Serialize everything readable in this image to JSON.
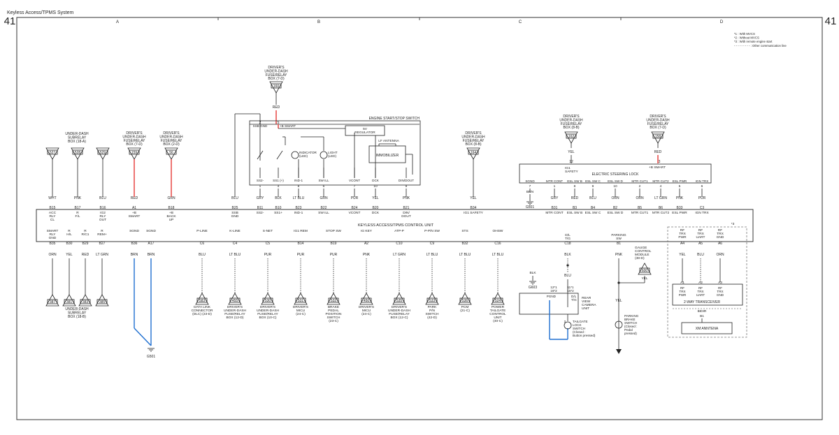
{
  "title": "Keyless Access/TPMS System",
  "page_number": "41",
  "columns": [
    "A",
    "B",
    "C",
    "D"
  ],
  "notes": [
    "*1 : With MVCS",
    "*2 : Without MVCS",
    "*3 : With remote engine start",
    "- - - - - - - - - : Other communication line"
  ],
  "control_unit": "KEYLESS ACCESS/TPMS CONTROL UNIT",
  "start_switch": {
    "title": "ENGINE START/STOP SWITCH",
    "regulator": [
      "5V",
      "REGULATOR"
    ],
    "antenna": "LF ANTENNA",
    "immobilizer": "IMMOBILIZER",
    "indicator": [
      "INDICATOR",
      "(LED)"
    ],
    "light": [
      "LIGHT",
      "(LED)"
    ],
    "smart_label": "+B SMART",
    "ssb_gnd": "SSB GND",
    "pin_labels": [
      "SS2-",
      "SS1 (+)",
      "IND-1",
      "SW ILL",
      "VCONT",
      "DCK",
      "DIN/DOUT"
    ],
    "pin_numbers": [
      "1",
      "4",
      "8",
      "6",
      "7",
      "10",
      "9"
    ],
    "top_pins": [
      "2",
      "5"
    ]
  },
  "esl": {
    "title": "ELECTRIC STEERING LOCK",
    "ig1": [
      "IG1",
      "SAFETY"
    ],
    "smart": "+B SMART",
    "top_pins": [
      "12",
      "3"
    ],
    "pin_labels": [
      "SGND",
      "MTR CONT",
      "ESL SW B",
      "ESL SW C",
      "ESL SW D",
      "MTR CUT1",
      "MTR CUT2",
      "ESL PWR",
      "IGN TRX"
    ],
    "pin_numbers": [
      "7",
      "1",
      "8",
      "9",
      "10",
      "2",
      "4",
      "5",
      "6"
    ]
  },
  "fuse_boxes": {
    "f160": {
      "label": [
        "DRIVER'S",
        "UNDER-DASH",
        "FUSE/RELAY",
        "BOX (7-D)"
      ],
      "num": "160"
    },
    "f159": {
      "label": [
        "DRIVER'S",
        "UNDER-DASH",
        "FUSE/RELAY",
        "BOX (7-D)"
      ],
      "num": "159"
    },
    "f56": {
      "label": [
        "DRIVER'S",
        "UNDER-DASH",
        "FUSE/RELAY",
        "BOX (2-D)"
      ],
      "num": "56"
    },
    "f164": {
      "label": [
        "DRIVER'S",
        "UNDER-DASH",
        "FUSE/RELAY",
        "BOX (8-B)"
      ],
      "num": "164"
    },
    "f162": {
      "label": [
        "DRIVER'S",
        "UNDER-DASH",
        "FUSE/RELAY",
        "BOX (8-B)"
      ],
      "num": "162"
    },
    "f158": {
      "label": [
        "DRIVER'S",
        "UNDER-DASH",
        "FUSE/RELAY",
        "BOX (7-D)"
      ],
      "num": "158"
    },
    "subrelay_a": {
      "label": [
        "UNDER-DASH",
        "SUBRELAY",
        "BOX (18-A)"
      ],
      "nums": [
        "527",
        "528",
        "529"
      ]
    },
    "subrelay_b": {
      "label": [
        "UNDER-DASH",
        "SUBRELAY",
        "BOX (18-B)"
      ],
      "nums": [
        "387",
        "381",
        "383",
        "385"
      ]
    }
  },
  "top_connectors": [
    {
      "wire": "WHT",
      "pin": "B15",
      "sig": [
        "ACC",
        "RLY",
        "CL"
      ]
    },
    {
      "wire": "PNK",
      "pin": "B17",
      "sig": [
        "R",
        "F/L"
      ]
    },
    {
      "wire": "BLU",
      "pin": "B16",
      "sig": [
        "IG2",
        "RLY",
        "OUT"
      ]
    },
    {
      "wire": "RED",
      "pin": "A1",
      "sig": [
        "+B",
        "SMART"
      ]
    },
    {
      "wire": "GRN",
      "pin": "B18",
      "sig": [
        "+B",
        "BACK",
        "UP"
      ]
    },
    {
      "wire": "BLU",
      "pin": "B25",
      "sig": [
        "SSB",
        "GND"
      ]
    },
    {
      "wire": "GRY",
      "pin": "B11",
      "sig": [
        "SS2-"
      ]
    },
    {
      "wire": "BLK",
      "pin": "B10",
      "sig": [
        "SS1+"
      ]
    },
    {
      "wire": "LT BLU",
      "pin": "B23",
      "sig": [
        "IND-1"
      ]
    },
    {
      "wire": "GRN",
      "pin": "B22",
      "sig": [
        "SW ILL"
      ]
    },
    {
      "wire": "PUR",
      "pin": "B24",
      "sig": [
        "VCONT"
      ]
    },
    {
      "wire": "YEL",
      "pin": "B20",
      "sig": [
        "DCK"
      ]
    },
    {
      "wire": "PNK",
      "pin": "B21",
      "sig": [
        "DIN/",
        "DOUT"
      ]
    },
    {
      "wire": "YEL",
      "pin": "B34",
      "sig": [
        "IG1 SAFETY"
      ]
    },
    {
      "wire": "GRY",
      "pin": "B31",
      "sig": [
        "MTR CONT"
      ]
    },
    {
      "wire": "RED",
      "pin": "B3",
      "sig": [
        "ESL SW B"
      ]
    },
    {
      "wire": "BLU",
      "pin": "B4",
      "sig": [
        "ESL SW C"
      ]
    },
    {
      "wire": "ORN",
      "pin": "B2",
      "sig": [
        "ESL SW D"
      ]
    },
    {
      "wire": "ORN",
      "pin": "B5",
      "sig": [
        "MTR CUT1"
      ]
    },
    {
      "wire": "LT GRN",
      "pin": "B6",
      "sig": [
        "MTR CUT2"
      ]
    },
    {
      "wire": "PNK",
      "pin": "B33",
      "sig": [
        "ESL PWR"
      ]
    },
    {
      "wire": "PUR",
      "pin": "C3",
      "sig": [
        "IGN TRX"
      ]
    }
  ],
  "esl_ground": {
    "wire": "BRN",
    "ground": "G501"
  },
  "bottom_connectors": [
    {
      "sig": [
        "SMART",
        "RLY",
        "GND"
      ],
      "pin": "B35",
      "wire": "ORN"
    },
    {
      "sig": [
        "R",
        "H/L"
      ],
      "pin": "B30",
      "wire": "YEL"
    },
    {
      "sig": [
        "R",
        "R/C1"
      ],
      "pin": "B29",
      "wire": "RED"
    },
    {
      "sig": [
        "R",
        "REM+"
      ],
      "pin": "B27",
      "wire": "LT GRN"
    },
    {
      "sig": [
        "SGND"
      ],
      "pin": "B36",
      "wire": "BRN"
    },
    {
      "sig": [
        "SGND"
      ],
      "pin": "A17",
      "wire": "BRN"
    },
    {
      "sig": [
        "P-LINE"
      ],
      "pin": "C6",
      "wire": "BLU",
      "num": "583",
      "dest": [
        "DATA LINK",
        "CONNECTOR",
        "(DLC) (23-D)"
      ]
    },
    {
      "sig": [
        "K-LINE"
      ],
      "pin": "C4",
      "wire": "LT BLU",
      "num": "455",
      "dest": [
        "DRIVER'S",
        "UNDER-DASH",
        "FUSE/RELAY",
        "BOX (12-D)"
      ]
    },
    {
      "sig": [
        "S-NET"
      ],
      "pin": "C5",
      "wire": "PUR",
      "num": "530",
      "dest": [
        "DRIVER'S",
        "UNDER-DASH",
        "FUSE/RELAY",
        "BOX (10-C)"
      ]
    },
    {
      "sig": [
        "IG1 REM"
      ],
      "pin": "B14",
      "wire": "PUR",
      "num": "531",
      "dest": [
        "DRIVER'S",
        "MICU",
        "(24-C)"
      ]
    },
    {
      "sig": [
        "STOP SW"
      ],
      "pin": "B19",
      "wire": "PUR",
      "num": "532",
      "dest": [
        "BRAKE",
        "PEDAL",
        "POSITION",
        "SWITCH",
        "(23-C)"
      ]
    },
    {
      "sig": [
        "IG KEY"
      ],
      "pin": "A2",
      "wire": "PNK",
      "num": "450",
      "dest": [
        "DRIVER'S",
        "MICU",
        "(24-C)"
      ]
    },
    {
      "sig": [
        "ATP-P"
      ],
      "pin": "C10",
      "wire": "LT GRN",
      "num": "535",
      "dest": [
        "DRIVER'S",
        "UNDER-DASH",
        "FUSE/RELAY",
        "BOX (12-C)"
      ]
    },
    {
      "sig": [
        "P-P/N SW"
      ],
      "pin": "C9",
      "wire": "LT BLU",
      "num": "533",
      "dest": [
        "PARK",
        "P/N",
        "SWITCH",
        "(42-D)"
      ]
    },
    {
      "sig": [
        "STS"
      ],
      "pin": "B32",
      "wire": "LT BLU",
      "num": "536",
      "dest": [
        "PCM",
        "(21-C)"
      ]
    },
    {
      "sig": [
        "OHSW"
      ],
      "pin": "C16",
      "wire": "LT BLU",
      "num": "524",
      "dest": [
        "POWER",
        "TAILGATE",
        "CONTROL",
        "UNIT",
        "(40-C)"
      ]
    }
  ],
  "ground_g501": "G501",
  "tailgate": {
    "sig": [
      "D/L",
      "T/G"
    ],
    "pin": "C18",
    "wire1": "BLK",
    "wire2": "BLU",
    "camera": [
      "REAR",
      "VIEW",
      "CAMERA",
      "UNIT"
    ],
    "pgnd": "PGND",
    "pins_a": [
      "12*1",
      "16*2"
    ],
    "pins_b": [
      "11*1",
      "15*2"
    ],
    "dlg": [
      "D/L",
      "T/G"
    ],
    "gnd_wire": "BLK",
    "ground": "G603",
    "switch": [
      "TAILGATE",
      "LOCK",
      "SWITCH",
      "(Closed :",
      "Button pressed)"
    ],
    "switch_pin": "2"
  },
  "parking": {
    "sig": [
      "PARKING",
      "SW"
    ],
    "pin": "B1",
    "wire1": "PNK",
    "wire2": "YEL",
    "gauge": [
      "GAUGE",
      "CONTROL",
      "MODULE",
      "(38-D)"
    ],
    "gauge_num": "600",
    "gauge_wire": "YEL",
    "switch": [
      "PARKING",
      "BRAKE",
      "SWITCH",
      "(Closed :",
      "Pedal",
      "pressed)"
    ]
  },
  "transceiver": {
    "note": "*3",
    "sigs": [
      [
        "RF",
        "TRX",
        "PWR"
      ],
      [
        "RF",
        "TRX",
        "UART"
      ],
      [
        "RF",
        "TRX",
        "GND"
      ]
    ],
    "pins": [
      "A4",
      "A5",
      "A6"
    ],
    "wires": [
      "YEL",
      "BLU",
      "ORN"
    ],
    "inner_pins": [
      "A1",
      "A2",
      "A3"
    ],
    "inner_sigs": [
      [
        "RF",
        "TRX",
        "PWR"
      ],
      [
        "RF",
        "TRX",
        "UART"
      ],
      [
        "RF",
        "TRX",
        "GND"
      ]
    ],
    "title": "2-WAY TRANSCEIVER",
    "bidir": "BIDIR",
    "bidir_pin": "B1",
    "antenna": "XM ANNTENA"
  },
  "colors": {
    "red": "#e53935",
    "blue": "#1e6fd0",
    "line": "#222222",
    "frame": "#333333",
    "dashed": "#777777"
  }
}
